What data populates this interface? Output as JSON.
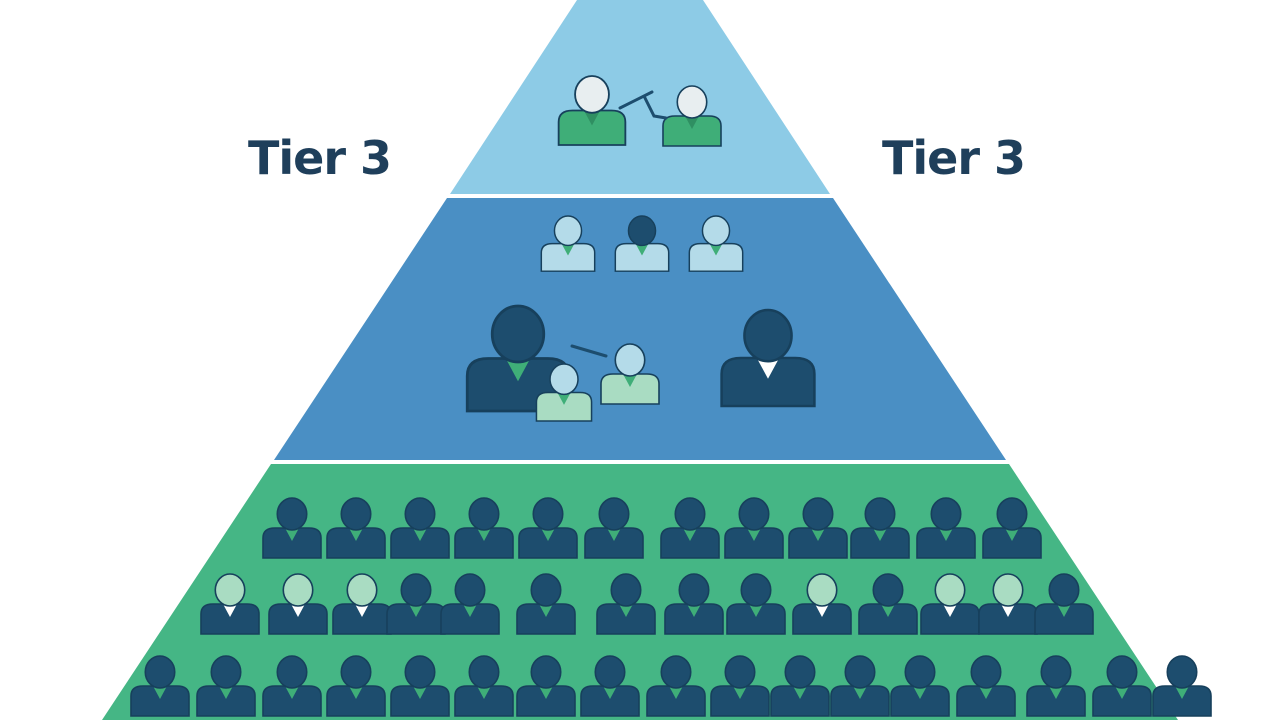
{
  "labels": {
    "left": "Tier 3",
    "right": "Tier 3"
  },
  "colors": {
    "background": "#ffffff",
    "label_text": "#1f3f5b",
    "tier_top": "#8dcbe6",
    "tier_middle": "#4a8fc4",
    "tier_bottom": "#45b685",
    "separator": "#ffffff",
    "figure_dark": "#1d4d6e",
    "figure_light": "#b4dbe9",
    "figure_green": "#3fae78",
    "figure_pale_green": "#a9dcc2"
  },
  "tiers": [
    {
      "level": "top",
      "figure_count": 2
    },
    {
      "level": "middle",
      "figure_count": 7
    },
    {
      "level": "bottom",
      "figure_count": 43
    }
  ]
}
